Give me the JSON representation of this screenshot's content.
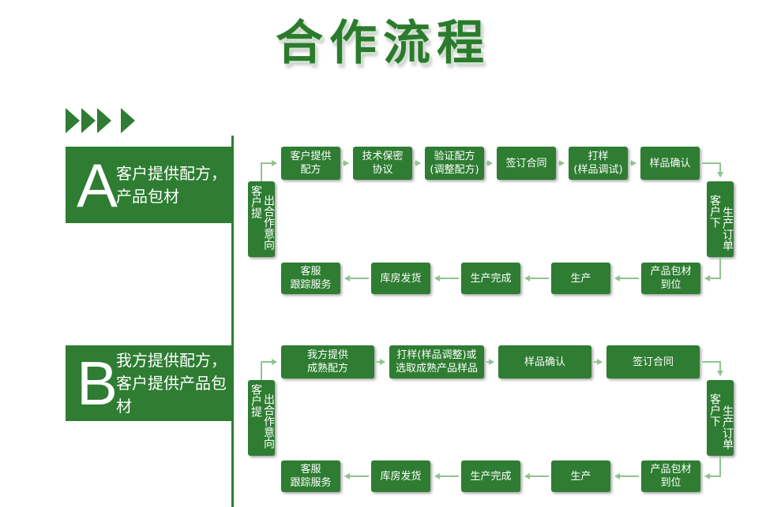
{
  "title": "合作流程",
  "section_a": {
    "letter": "A",
    "text": "客户提供配方，产品包材",
    "left_box": [
      "客户提",
      "出合作意向"
    ],
    "right_box": [
      "客户下",
      "生产订单"
    ],
    "top_row": [
      {
        "l1": "客户提供",
        "l2": "配方"
      },
      {
        "l1": "技术保密",
        "l2": "协议"
      },
      {
        "l1": "验证配方",
        "l2": "(调整配方)"
      },
      {
        "l1": "签订合同",
        "l2": ""
      },
      {
        "l1": "打样",
        "l2": "(样品调试)"
      },
      {
        "l1": "样品确认",
        "l2": ""
      }
    ],
    "bottom_row": [
      {
        "l1": "客服",
        "l2": "跟踪服务"
      },
      {
        "l1": "库房发货",
        "l2": ""
      },
      {
        "l1": "生产完成",
        "l2": ""
      },
      {
        "l1": "生产",
        "l2": ""
      },
      {
        "l1": "产品包材",
        "l2": "到位"
      }
    ]
  },
  "section_b": {
    "letter": "B",
    "text": "我方提供配方，客户提供产品包材",
    "left_box": [
      "客户提",
      "出合作意向"
    ],
    "right_box": [
      "客户下",
      "生产订单"
    ],
    "top_row": [
      {
        "l1": "我方提供",
        "l2": "成熟配方"
      },
      {
        "l1": "打样(样品调整)或",
        "l2": "选取成熟产品样品"
      },
      {
        "l1": "样品确认",
        "l2": ""
      },
      {
        "l1": "签订合同",
        "l2": ""
      }
    ],
    "bottom_row": [
      {
        "l1": "客服",
        "l2": "跟踪服务"
      },
      {
        "l1": "库房发货",
        "l2": ""
      },
      {
        "l1": "生产完成",
        "l2": ""
      },
      {
        "l1": "生产",
        "l2": ""
      },
      {
        "l1": "产品包材",
        "l2": "到位"
      }
    ]
  },
  "colors": {
    "green": "#2e7d32",
    "title_green": "#2b7b2c",
    "light_green": "#8fc48f"
  }
}
